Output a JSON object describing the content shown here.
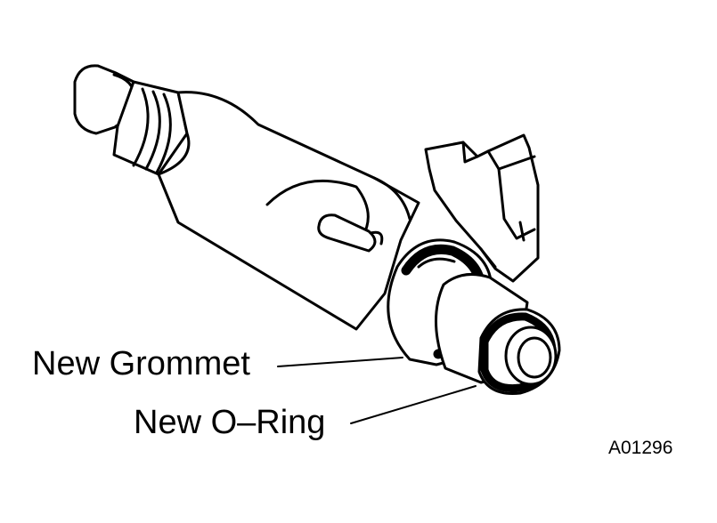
{
  "labels": {
    "grommet": "New Grommet",
    "oring": "New O–Ring",
    "figure_code": "A01296"
  },
  "colors": {
    "ink": "#000000",
    "paper": "#ffffff"
  }
}
